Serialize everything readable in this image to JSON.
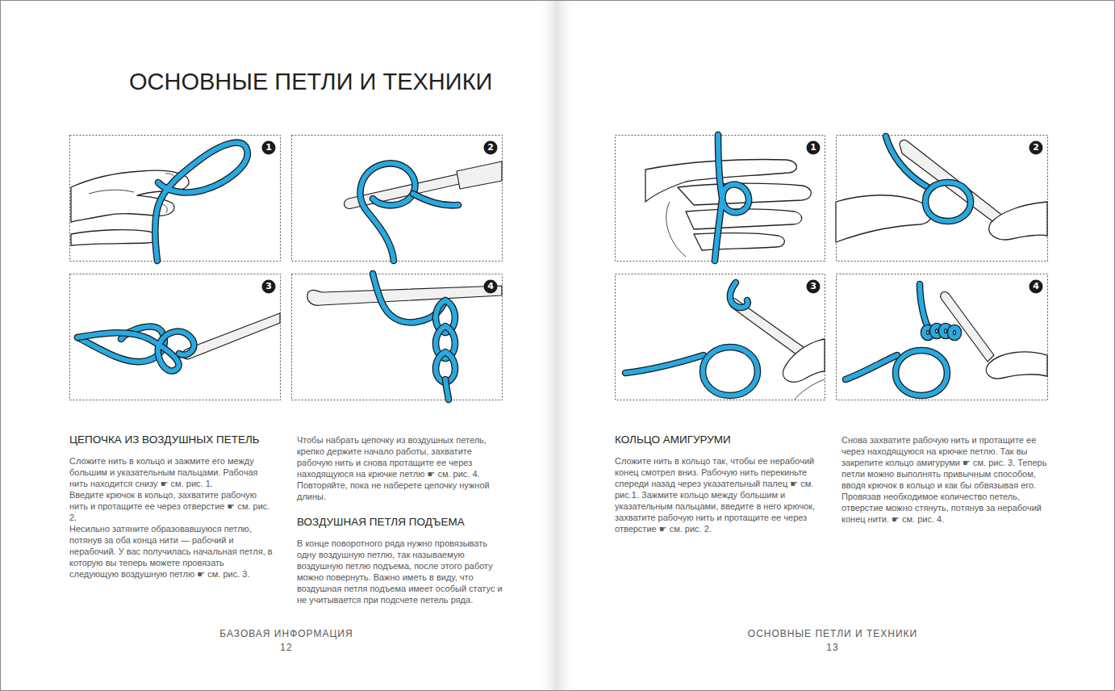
{
  "diagram": {
    "title": "ОСНОВНЫЕ ПЕТЛИ И ТЕХНИКИ",
    "nodes": [
      {
        "text": [
          "1"
        ]
      },
      {
        "text": [
          "2"
        ]
      },
      {
        "text": [
          "3"
        ]
      },
      {
        "text": [
          "4"
        ]
      },
      {
        "text": [
          "1"
        ]
      },
      {
        "text": [
          "2"
        ]
      },
      {
        "text": [
          "3"
        ]
      },
      {
        "text": [
          "4"
        ]
      }
    ],
    "labels": [
      "ЦЕПОЧКА ИЗ ВОЗДУШНЫХ ПЕТЕЛЬ",
      "Сложите нить в кольцо и зажмите его между большим и указательным пальцами. Рабочая нить находится снизу ☛ см. рис. 1.",
      "Введите крючок в кольцо, захватите рабочую нить и протащите ее через отверстие ☛ см. рис. 2.",
      "Несильно затяните образовавшуюся петлю, потянув за оба конца нити — рабочий и нерабочий. У вас получилась начальная петля, в которую вы теперь можете провязать следующую воздушную петлю ☛ см. рис. 3.",
      "Чтобы набрать цепочку из воздушных петель, крепко держите начало работы, захватите рабочую нить и снова протащите ее через находящуюся на крючке петлю ☛ см. рис. 4. Повторяйте, пока не наберете цепочку нужной длины.",
      "ВОЗДУШНАЯ ПЕТЛЯ ПОДЪЕМА",
      "В конце поворотного ряда нужно провязывать одну воздушную петлю, так называемую воздушную петлю подъема, после этого работу можно повернуть. Важно иметь в виду, что воздушная петля подъема имеет особый статус и не учитывается при подсчете петель ряда.",
      "КОЛЬЦО АМИГУРУМИ",
      "Сложите нить в кольцо так, чтобы ее нерабочий конец смотрел вниз. Рабочую нить перекиньте спереди назад через указательный палец ☛ см. рис.1. Зажмите кольцо между большим и указательным пальцами, введите в него крючок, захватите рабочую нить и протащите ее через отверстие ☛ см. рис. 2.",
      "Снова захватите рабочую нить и протащите ее через находящуюся на крючке петлю. Так вы закрепите кольцо амигуруми ☛ см. рис. 3. Теперь петли можно выполнять привычным способом, вводя крючок в кольцо и как бы обвязывая его. Провязав необходимое количество петель, отверстие можно стянуть, потянув за нерабочий конец нити. ☛ см. рис. 4.",
      "БАЗОВАЯ ИНФОРМАЦИЯ",
      "12",
      "ОСНОВНЫЕ ПЕТЛИ И ТЕХНИКИ",
      "13"
    ]
  }
}
